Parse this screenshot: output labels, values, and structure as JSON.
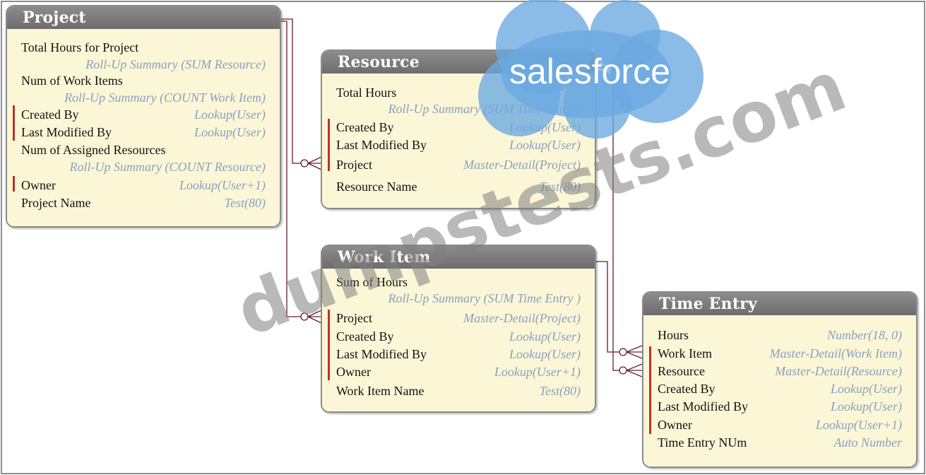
{
  "entities": {
    "project": {
      "title": "Project",
      "rows": [
        {
          "field": "Total Hours for Project",
          "type": ""
        },
        {
          "field": "",
          "type": "Roll-Up Summary (SUM Resource)"
        },
        {
          "field": "Num of Work Items",
          "type": ""
        },
        {
          "field": "",
          "type": "Roll-Up Summary (COUNT Work Item)"
        },
        {
          "field": "Created By",
          "type": "Lookup(User)"
        },
        {
          "field": "Last Modified By",
          "type": "Lookup(User)"
        },
        {
          "field": "Num of Assigned Resources",
          "type": ""
        },
        {
          "field": "",
          "type": "Roll-Up Summary (COUNT Resource)"
        },
        {
          "field": "Owner",
          "type": "Lookup(User+1)"
        },
        {
          "field": "Project Name",
          "type": "Test(80)"
        }
      ]
    },
    "resource": {
      "title": "Resource",
      "rows": [
        {
          "field": "Total Hours",
          "type": ""
        },
        {
          "field": "",
          "type": "Roll-Up Summary (SUM Time Entry )"
        },
        {
          "field": "Created By",
          "type": "Lookup(User)"
        },
        {
          "field": "Last Modified By",
          "type": "Lookup(User)"
        },
        {
          "field": "Project",
          "type": "Master-Detail(Project)"
        },
        {
          "field": "Resource Name",
          "type": "Test(80)"
        }
      ]
    },
    "work_item": {
      "title": "Work Item",
      "rows": [
        {
          "field": "Sum of Hours",
          "type": ""
        },
        {
          "field": "",
          "type": "Roll-Up Summary (SUM Time Entry )"
        },
        {
          "field": "Project",
          "type": "Master-Detail(Project)"
        },
        {
          "field": "Created By",
          "type": "Lookup(User)"
        },
        {
          "field": "Last Modified By",
          "type": "Lookup(User)"
        },
        {
          "field": "Owner",
          "type": "Lookup(User+1)"
        },
        {
          "field": "Work Item Name",
          "type": "Test(80)"
        }
      ]
    },
    "time_entry": {
      "title": "Time Entry",
      "rows": [
        {
          "field": "Hours",
          "type": "Number(18, 0)"
        },
        {
          "field": "Work Item",
          "type": "Master-Detail(Work Item)"
        },
        {
          "field": "Resource",
          "type": "Master-Detail(Resource)"
        },
        {
          "field": "Created By",
          "type": "Lookup(User)"
        },
        {
          "field": "Last Modified By",
          "type": "Lookup(User)"
        },
        {
          "field": "Owner",
          "type": "Lookup(User+1)"
        },
        {
          "field": "Time Entry NUm",
          "type": "Auto Number"
        }
      ]
    }
  },
  "watermark": {
    "logo_text": "salesforce",
    "text_domain": "dumpstests",
    "text_tld": ".com"
  },
  "colors": {
    "header": "#7a7a7a",
    "body": "#fbf7d6",
    "field_type": "#8aa0c0",
    "marker_bar": "#c0302b",
    "connector": "#6b1a28",
    "cloud": "#6aa9e0"
  }
}
